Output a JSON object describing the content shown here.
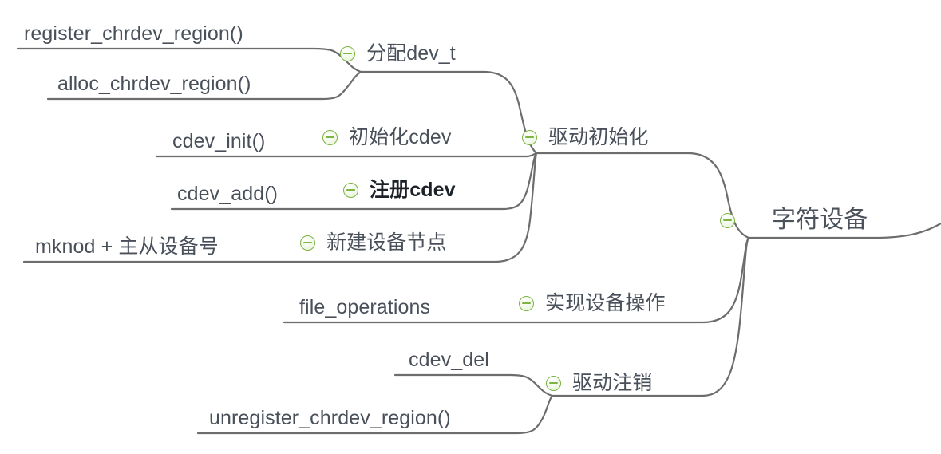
{
  "diagram": {
    "type": "mindmap",
    "title": "字符设备",
    "orientation": "right-to-left-branches",
    "background": "#ffffff",
    "line_color": "#6d6d6d",
    "text_color": "#49505a",
    "accent_color": "#7cb342",
    "icon_name": "collapse-minus-icon"
  },
  "root": {
    "label": "字符设备",
    "icon": "collapse-minus-icon"
  },
  "branches": [
    {
      "id": "drive-init",
      "label": "驱动初始化",
      "icon": "collapse-minus-icon",
      "children": [
        {
          "id": "alloc-dev-t",
          "label": "分配dev_t",
          "icon": "collapse-minus-icon",
          "leaves": [
            {
              "id": "register-chrdev-region",
              "label": "register_chrdev_region()"
            },
            {
              "id": "alloc-chrdev-region",
              "label": "alloc_chrdev_region()"
            }
          ]
        },
        {
          "id": "init-cdev",
          "label": "初始化cdev",
          "icon": "collapse-minus-icon",
          "bold": false,
          "leaves": [
            {
              "id": "cdev-init",
              "label": "cdev_init()"
            }
          ]
        },
        {
          "id": "register-cdev",
          "label": "注册cdev",
          "icon": "collapse-minus-icon",
          "bold": true,
          "leaves": [
            {
              "id": "cdev-add",
              "label": "cdev_add()"
            }
          ]
        },
        {
          "id": "new-device-node",
          "label": "新建设备节点",
          "icon": "collapse-minus-icon",
          "leaves": [
            {
              "id": "mknod",
              "label": "mknod + 主从设备号"
            }
          ]
        }
      ]
    },
    {
      "id": "device-ops",
      "label": "实现设备操作",
      "icon": "collapse-minus-icon",
      "leaves": [
        {
          "id": "file-operations",
          "label": "file_operations"
        }
      ]
    },
    {
      "id": "drive-unregister",
      "label": "驱动注销",
      "icon": "collapse-minus-icon",
      "leaves": [
        {
          "id": "cdev-del",
          "label": "cdev_del"
        },
        {
          "id": "unregister-chrdev-region",
          "label": "unregister_chrdev_region()"
        }
      ]
    }
  ]
}
